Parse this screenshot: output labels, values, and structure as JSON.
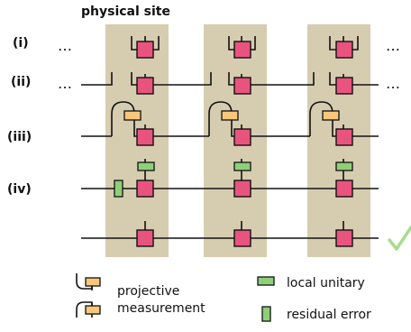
{
  "title": "physical site",
  "row_labels": [
    "(i)",
    "(ii)",
    "(iii)",
    "(iv)"
  ],
  "ellipsis": "…",
  "legend": {
    "projective_line1": "projective",
    "projective_line2": "measurement",
    "local_unitary": "local unitary",
    "residual_error": "residual error"
  },
  "colors": {
    "site_band": "#d6ccb0",
    "tensor": "#e9547f",
    "measurement": "#f7c77b",
    "unitary": "#8fcf7a",
    "error": "#8fcf7a",
    "check": "#a8dc8a",
    "line": "#111111"
  },
  "icons": {
    "check": "check-icon"
  }
}
